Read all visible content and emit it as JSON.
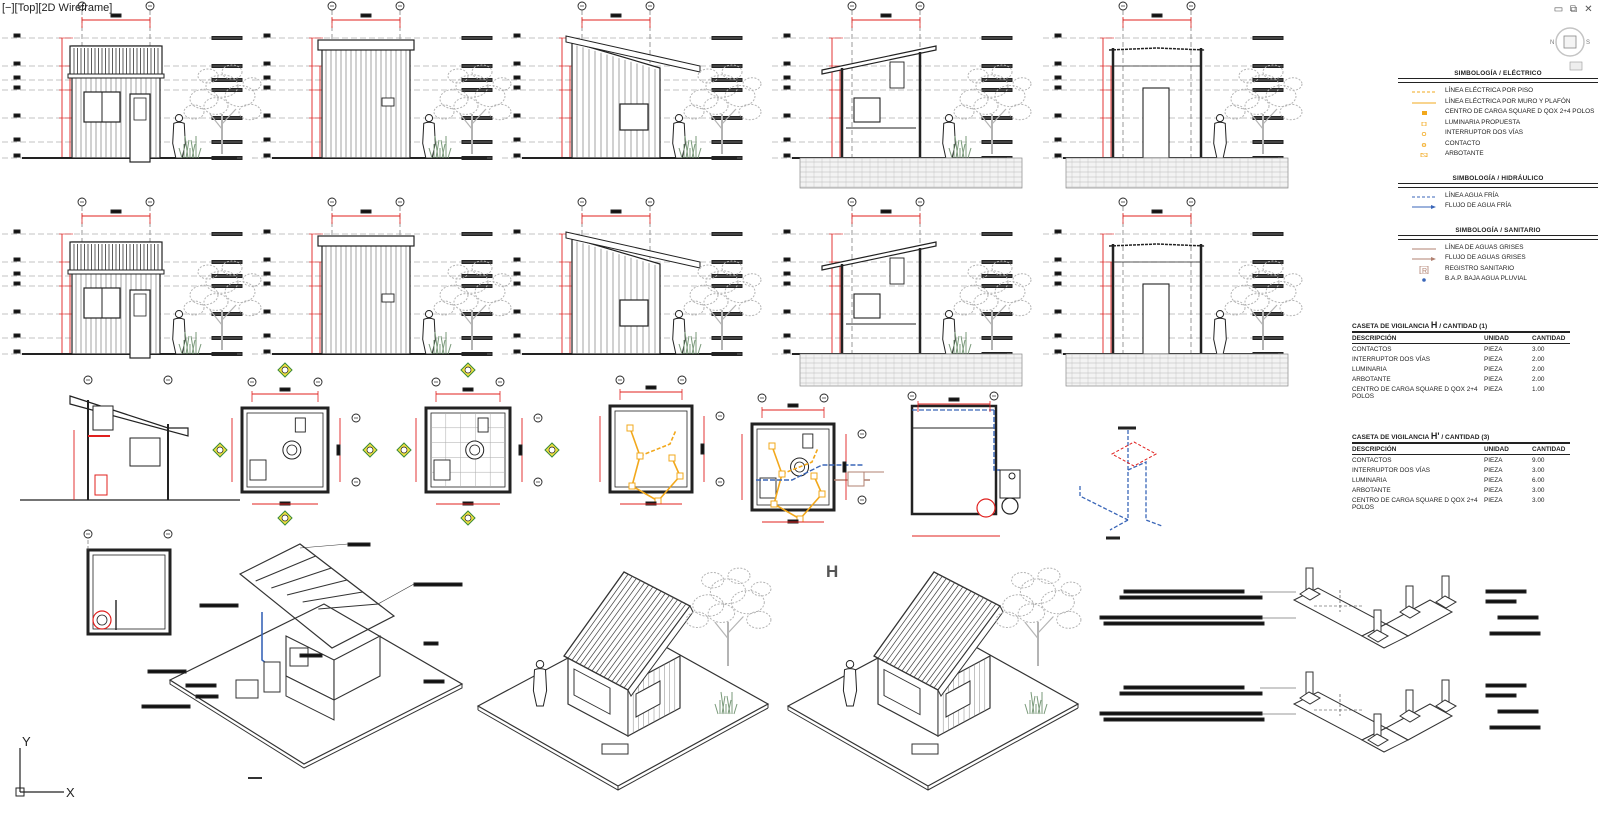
{
  "viewport": {
    "label": "[−][Top][2D Wireframe]"
  },
  "window_controls": {
    "minimize": "▭",
    "restore": "⧉",
    "close": "✕"
  },
  "viewcube": {
    "compass": "N",
    "side": "S"
  },
  "legend_electrico": {
    "title": "SIMBOLOGÍA / ELÉCTRICO",
    "items": [
      {
        "label": "LÍNEA ELÉCTRICA POR PISO",
        "icon": "dashed-orange-line-icon"
      },
      {
        "label": "LÍNEA ELÉCTRICA POR MURO Y PLAFÓN",
        "icon": "solid-orange-line-icon"
      },
      {
        "label": "CENTRO DE CARGA SQUARE D QOX 2+4 POLOS",
        "icon": "load-center-icon"
      },
      {
        "label": "LUMINARIA PROPUESTA",
        "icon": "luminaire-icon"
      },
      {
        "label": "INTERRUPTOR DOS VÍAS",
        "icon": "switch-icon"
      },
      {
        "label": "CONTACTO",
        "icon": "outlet-icon"
      },
      {
        "label": "ARBOTANTE",
        "icon": "wall-lamp-icon"
      }
    ]
  },
  "legend_hidraulico": {
    "title": "SIMBOLOGÍA / HIDRÁULICO",
    "items": [
      {
        "label": "LÍNEA AGUA FRÍA",
        "icon": "dashed-blue-line-icon"
      },
      {
        "label": "FLUJO DE AGUA FRÍA",
        "icon": "blue-arrow-icon"
      }
    ]
  },
  "legend_sanitario": {
    "title": "SIMBOLOGÍA / SANITARIO",
    "items": [
      {
        "label": "LÍNEA DE AGUAS GRISES",
        "icon": "brown-line-icon"
      },
      {
        "label": "FLUJO DE AGUAS GRISES",
        "icon": "brown-arrow-icon"
      },
      {
        "label": "REGISTRO SANITARIO",
        "icon": "sanitary-register-icon"
      },
      {
        "label": "B.A.P. BAJA AGUA PLUVIAL",
        "icon": "rain-downpipe-icon"
      }
    ]
  },
  "qty_table_1": {
    "title_prefix": "CASETA DE VIGILANCIA",
    "title_letter": "H",
    "title_suffix": "/ CANTIDAD (1)",
    "headers": [
      "DESCRIPCIÓN",
      "UNIDAD",
      "CANTIDAD"
    ],
    "rows": [
      [
        "CONTACTOS",
        "PIEZA",
        "3.00"
      ],
      [
        "INTERRUPTOR DOS VÍAS",
        "PIEZA",
        "2.00"
      ],
      [
        "LUMINARIA",
        "PIEZA",
        "2.00"
      ],
      [
        "ARBOTANTE",
        "PIEZA",
        "2.00"
      ],
      [
        "CENTRO DE CARGA SQUARE D QOX 2+4 POLOS",
        "PIEZA",
        "1.00"
      ]
    ]
  },
  "qty_table_2": {
    "title_prefix": "CASETA DE VIGILANCIA",
    "title_letter": "H'",
    "title_suffix": "/ CANTIDAD (3)",
    "headers": [
      "DESCRIPCIÓN",
      "UNIDAD",
      "CANTIDAD"
    ],
    "rows": [
      [
        "CONTACTOS",
        "PIEZA",
        "9.00"
      ],
      [
        "INTERRUPTOR DOS VÍAS",
        "PIEZA",
        "3.00"
      ],
      [
        "LUMINARIA",
        "PIEZA",
        "6.00"
      ],
      [
        "ARBOTANTE",
        "PIEZA",
        "3.00"
      ],
      [
        "CENTRO DE CARGA SQUARE D QOX 2+4 POLOS",
        "PIEZA",
        "3.00"
      ]
    ]
  },
  "model_mark": "H",
  "ucs": {
    "y_label": "Y",
    "x_label": "X"
  },
  "colors": {
    "dimension_red": "#e0201e",
    "electric_orange": "#f2a81c",
    "water_blue": "#3a66b8",
    "drain_brown": "#b08070",
    "line_dark": "#222222",
    "vegetation_gray": "#b4b4b4"
  }
}
